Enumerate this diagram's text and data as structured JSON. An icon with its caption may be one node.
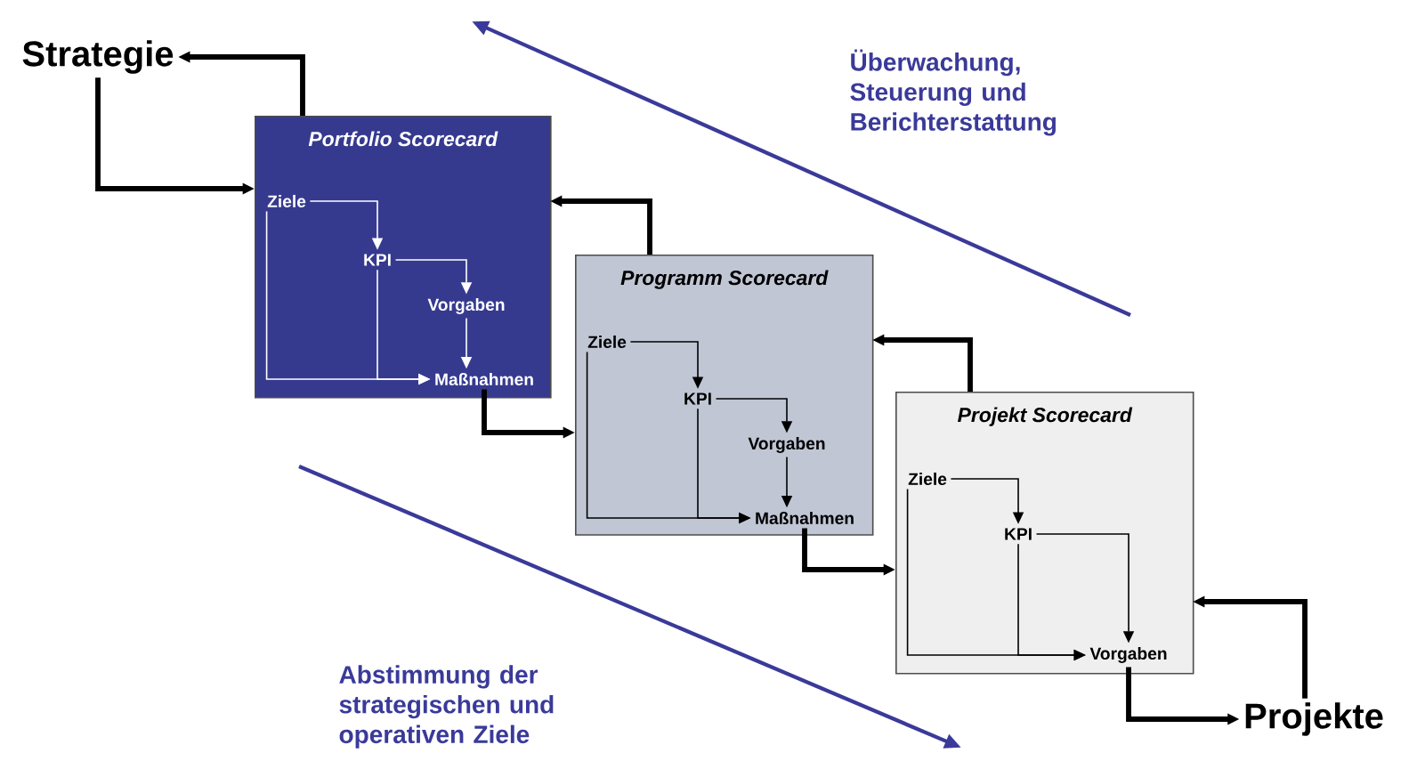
{
  "diagram": {
    "nodes": [
      {
        "text": [
          "Strategie"
        ]
      },
      {
        "text": [
          "Portfolio Scorecard"
        ]
      },
      {
        "text": [
          "Ziele"
        ],
        "in": 1
      },
      {
        "text": [
          "KPI"
        ],
        "in": 1
      },
      {
        "text": [
          "Vorgaben"
        ],
        "in": 1
      },
      {
        "text": [
          "Maßnahmen"
        ],
        "in": 1
      },
      {
        "text": [
          "Programm Scorecard"
        ]
      },
      {
        "text": [
          "Ziele"
        ],
        "in": 6
      },
      {
        "text": [
          "KPI"
        ],
        "in": 6
      },
      {
        "text": [
          "Vorgaben"
        ],
        "in": 6
      },
      {
        "text": [
          "Maßnahmen"
        ],
        "in": 6
      },
      {
        "text": [
          "Projekt Scorecard"
        ]
      },
      {
        "text": [
          "Ziele"
        ],
        "in": 11
      },
      {
        "text": [
          "KPI"
        ],
        "in": 11
      },
      {
        "text": [
          "Vorgaben"
        ],
        "in": 11
      },
      {
        "text": [
          "Projekte"
        ]
      }
    ],
    "edges": [
      {
        "from": 0,
        "to": 1,
        "arrow": "to",
        "style": "thick"
      },
      {
        "from": 1,
        "to": 0,
        "arrow": "to",
        "style": "thick"
      },
      {
        "from": 2,
        "to": 3,
        "arrow": "to",
        "color": "#ffffff"
      },
      {
        "from": 3,
        "to": 4,
        "arrow": "to",
        "color": "#ffffff"
      },
      {
        "from": 4,
        "to": 5,
        "arrow": "to",
        "color": "#ffffff"
      },
      {
        "from": 2,
        "to": 5,
        "arrow": "to",
        "color": "#ffffff"
      },
      {
        "from": 3,
        "to": 5,
        "arrow": "to",
        "color": "#ffffff"
      },
      {
        "from": 5,
        "to": 6,
        "arrow": "to",
        "style": "thick"
      },
      {
        "from": 6,
        "to": 1,
        "arrow": "to",
        "style": "thick"
      },
      {
        "from": 7,
        "to": 8,
        "arrow": "to"
      },
      {
        "from": 8,
        "to": 9,
        "arrow": "to"
      },
      {
        "from": 9,
        "to": 10,
        "arrow": "to"
      },
      {
        "from": 7,
        "to": 10,
        "arrow": "to"
      },
      {
        "from": 8,
        "to": 10,
        "arrow": "to"
      },
      {
        "from": 10,
        "to": 11,
        "arrow": "to",
        "style": "thick"
      },
      {
        "from": 11,
        "to": 6,
        "arrow": "to",
        "style": "thick"
      },
      {
        "from": 12,
        "to": 13,
        "arrow": "to"
      },
      {
        "from": 13,
        "to": 14,
        "arrow": "to"
      },
      {
        "from": 12,
        "to": 14,
        "arrow": "to"
      },
      {
        "from": 13,
        "to": 14,
        "arrow": "to"
      },
      {
        "from": 14,
        "to": 15,
        "arrow": "to",
        "style": "thick"
      },
      {
        "from": 15,
        "to": 11,
        "arrow": "to",
        "style": "thick"
      }
    ],
    "labels": [
      "Überwachung, Steuerung und Berichterstattung",
      "Abstimmung der strategischen und operativen Ziele"
    ]
  }
}
